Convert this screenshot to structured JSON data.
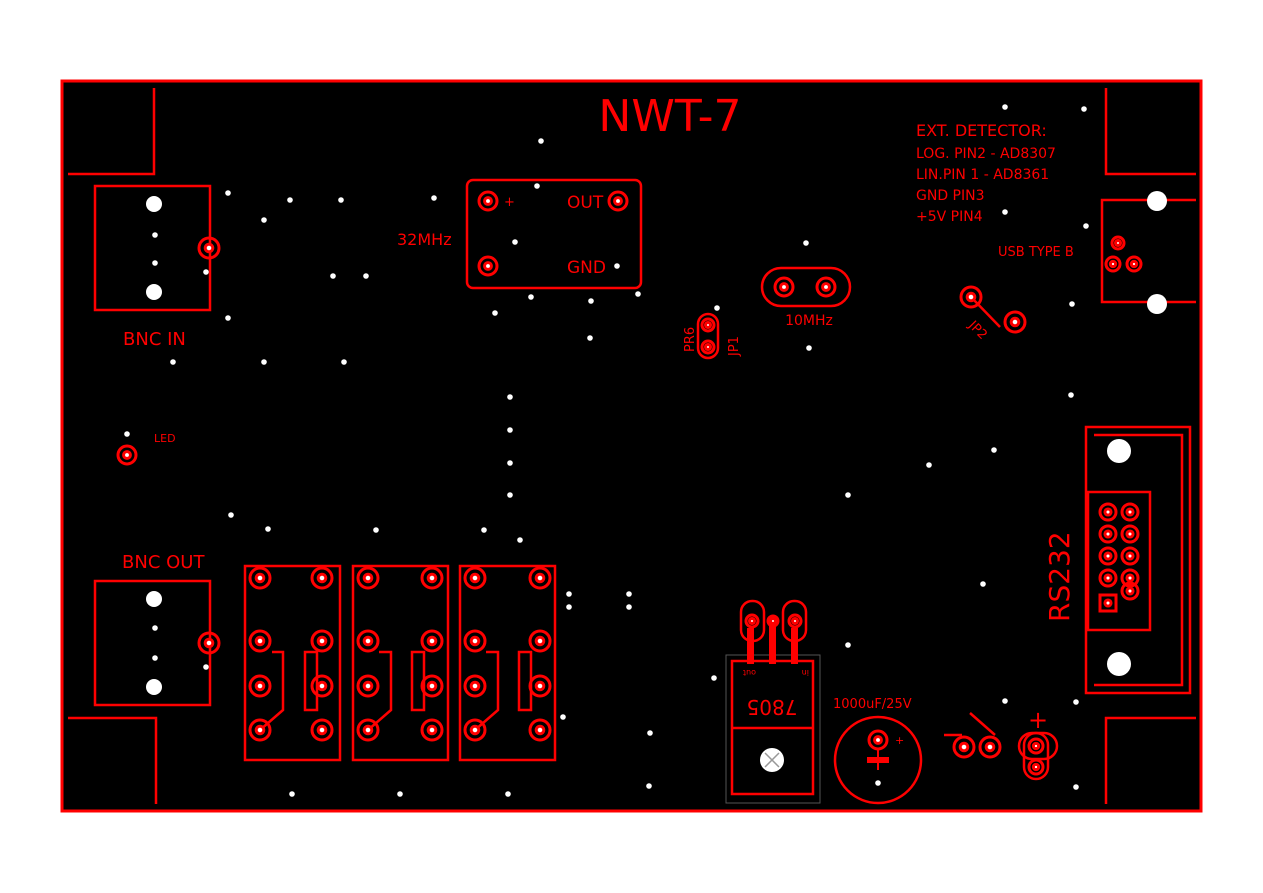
{
  "board": {
    "title": "NWT-7",
    "colors": {
      "background": "#000000",
      "copper": "#ff0000",
      "drill": "#ffffff",
      "page": "#ffffff"
    }
  },
  "labels": {
    "ext_detector": "EXT. DETECTOR:",
    "log_pin": "LOG. PIN2 - AD8307",
    "lin_pin": "LIN.PIN 1 - AD8361",
    "gnd_pin": "GND PIN3",
    "vcc_pin": "+5V PIN4",
    "usb": "USB TYPE B",
    "osc_freq": "32MHz",
    "osc_plus": "+",
    "osc_out": "OUT",
    "osc_gnd": "GND",
    "crystal": "10MHz",
    "pr6": "PR6",
    "jp1": "JP1",
    "jp2": "JP2",
    "bnc_in": "BNC IN",
    "bnc_out": "BNC OUT",
    "led": "LED",
    "rs232": "RS232",
    "reg": "7805",
    "reg_out": "out",
    "reg_in": "in",
    "cap": "1000uF/25V",
    "cap_plus": "+",
    "power_plus": "+"
  }
}
